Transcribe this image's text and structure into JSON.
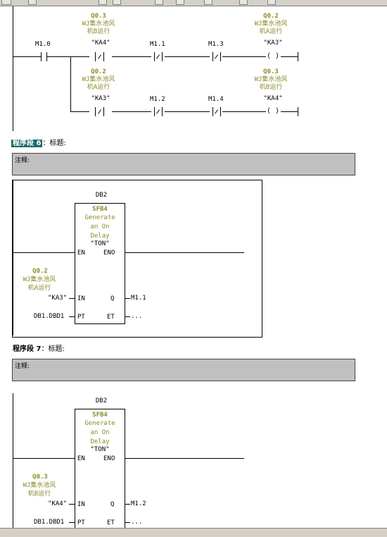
{
  "network_top": {
    "contact_main": {
      "address": "M1.0"
    },
    "rung1": {
      "c1": {
        "address": "Q0.3",
        "symbol_lines": [
          "WJ集水池风",
          "机B运行"
        ],
        "tag": "\"KA4\""
      },
      "c2": {
        "address": "M1.1"
      },
      "c3": {
        "address": "M1.3"
      },
      "coil": {
        "address": "Q0.2",
        "symbol_lines": [
          "WJ集水池风",
          "机A运行"
        ],
        "tag": "\"KA3\"",
        "glyph": "( )"
      }
    },
    "rung2": {
      "c1": {
        "address": "Q0.2",
        "symbol_lines": [
          "WJ集水池风",
          "机A运行"
        ],
        "tag": "\"KA3\""
      },
      "c2": {
        "address": "M1.2"
      },
      "c3": {
        "address": "M1.4"
      },
      "coil": {
        "address": "Q0.3",
        "symbol_lines": [
          "WJ集水池风",
          "机B运行"
        ],
        "tag": "\"KA4\"",
        "glyph": "( )"
      }
    }
  },
  "segments": [
    {
      "label": "程序段 6",
      "title_text": "：标题:",
      "comment_label": "注释:",
      "db": "DB2",
      "fb": {
        "name": "SFB4",
        "desc_lines": [
          "Generate",
          "an On",
          "Delay"
        ],
        "sym": "\"TON\"",
        "en": "EN",
        "eno": "ENO",
        "in": "IN",
        "q": "Q",
        "pt": "PT",
        "et": "ET"
      },
      "in_addr": "Q0.2",
      "in_symbol_lines": [
        "WJ集水池风",
        "机A运行"
      ],
      "in_tag": "\"KA3\"",
      "q_out": "M1.1",
      "pt_val": "DB1.DBD1",
      "et_out": "..."
    },
    {
      "label": "程序段 7",
      "title_text": "：标题:",
      "comment_label": "注释:",
      "db": "DB2",
      "fb": {
        "name": "SFB4",
        "desc_lines": [
          "Generate",
          "an On",
          "Delay"
        ],
        "sym": "\"TON\"",
        "en": "EN",
        "eno": "ENO",
        "in": "IN",
        "q": "Q",
        "pt": "PT",
        "et": "ET"
      },
      "in_addr": "Q0.3",
      "in_symbol_lines": [
        "WJ集水池风",
        "机B运行"
      ],
      "in_tag": "\"KA4\"",
      "q_out": "M1.2",
      "pt_val": "DB1.DBD1",
      "et_out": "..."
    }
  ]
}
